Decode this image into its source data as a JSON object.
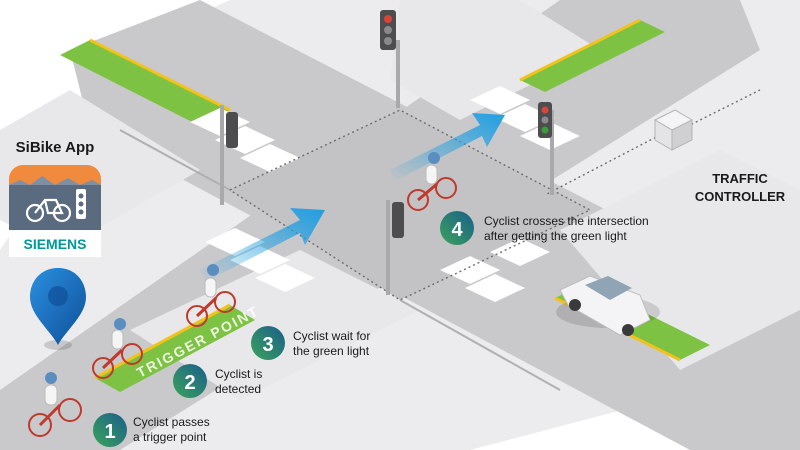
{
  "app": {
    "title": "SiBike App",
    "brand": "SIEMENS"
  },
  "controller": {
    "line1": "TRAFFIC",
    "line2": "CONTROLLER"
  },
  "trigger_label": "TRIGGER POINT",
  "steps": [
    {
      "number": "1",
      "line1": "Cyclist passes",
      "line2": "a trigger point"
    },
    {
      "number": "2",
      "line1": "Cyclist is",
      "line2": "detected"
    },
    {
      "number": "3",
      "line1": "Cyclist wait for",
      "line2": "the green light"
    },
    {
      "number": "4",
      "line1": "Cyclist crosses the intersection",
      "line2": "after getting the green light"
    }
  ],
  "colors": {
    "bike_lane_green": "#7dc242",
    "road": "#c8c8ca",
    "sidewalk": "#e4e4e6",
    "yellow_line": "#f2c21b",
    "arrow_blue": "#1e9ee0",
    "siemens_teal": "#009999",
    "app_orange": "#f08a3c",
    "pin_blue": "#1d72c6",
    "step_badge_start": "#2a8f6a",
    "step_badge_end": "#1b5e8c"
  },
  "icons": [
    "location-pin-icon",
    "traffic-light-icon",
    "bicycle-icon",
    "car-icon",
    "controller-box-icon"
  ]
}
